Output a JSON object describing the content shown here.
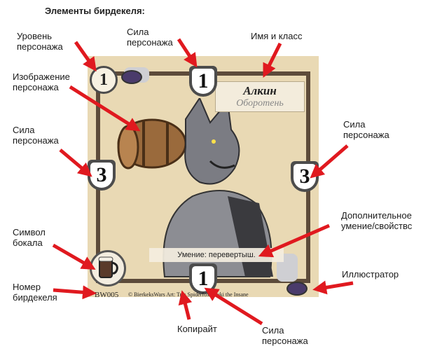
{
  "title": "Элементы бирдекеля:",
  "annotations": {
    "level": "Уровень\nперсонажа",
    "strength_top": "Сила\nперсонажа",
    "name_class": "Имя и класс",
    "image": "Изображение\nперсонажа",
    "strength_left": "Сила\nперсонажа",
    "strength_right": "Сила\nперсонажа",
    "extra_ability": "Дополнительное\nумение/свойствс",
    "mug_symbol": "Символ\nбокала",
    "illustrator": "Иллюстратор",
    "card_number": "Номер\nбирдекеля",
    "copyright": "Копирайт",
    "strength_bottom": "Сила\nперсонажа"
  },
  "card": {
    "level": "1",
    "strength_top": "1",
    "strength_left": "3",
    "strength_right": "3",
    "strength_bottom": "1",
    "name": "Алкин",
    "class": "Оборотень",
    "ability": "Умение: перевертыш.",
    "number": "BW005",
    "copyright": "© BierkeksWars  Art: Trix  Spiderfox , Yuki the Insane"
  },
  "colors": {
    "arrow": "#e0191f",
    "card_bg": "#e9d9b4",
    "frame": "#5d4b3a",
    "shield": "#4c4c4c"
  }
}
